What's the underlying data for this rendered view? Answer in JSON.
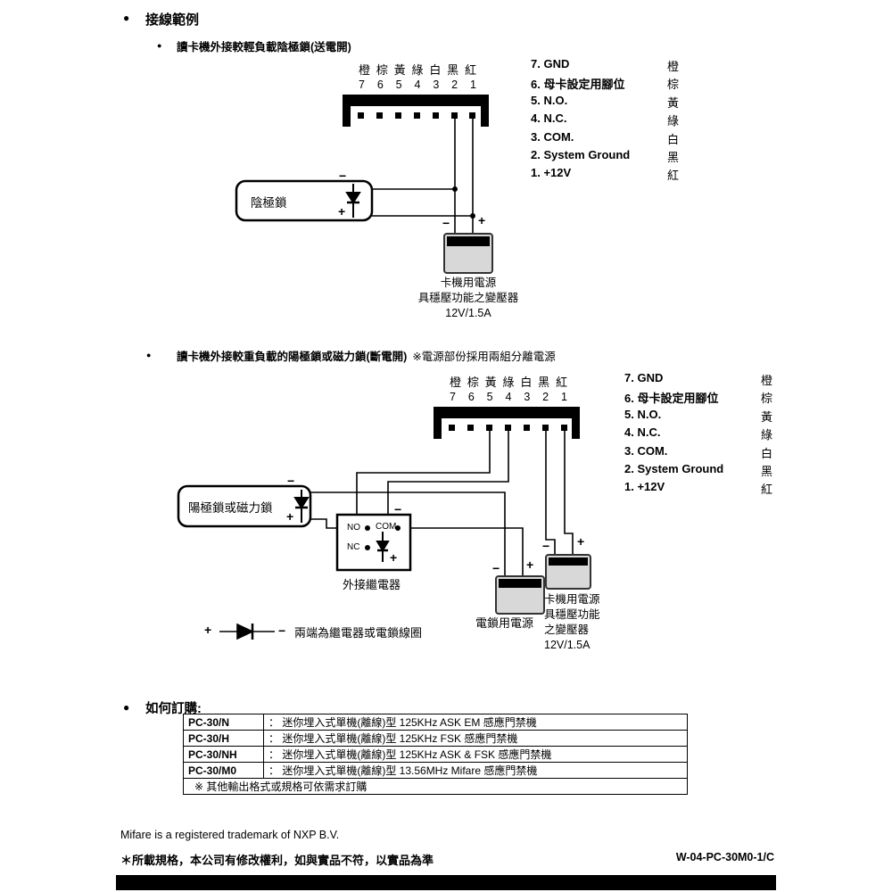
{
  "bullet": "●",
  "signs": {
    "plus": "+",
    "minus": "−"
  },
  "page": {
    "title": "接線範例",
    "footer_trademark": "Mifare is a registered trademark of NXP B.V.",
    "footer_note": "＊所載規格，本公司有修改權利，如與實品不符，以實品為準",
    "doc_code": "W-04-PC-30M0-1/C"
  },
  "pin_legend": {
    "colors_header": [
      "橙",
      "棕",
      "黃",
      "綠",
      "白",
      "黑",
      "紅"
    ],
    "numbers_header": [
      "7",
      "6",
      "5",
      "4",
      "3",
      "2",
      "1"
    ],
    "rows": [
      {
        "label": "7. GND",
        "color": "橙"
      },
      {
        "label": "6. 母卡設定用腳位",
        "color": "棕"
      },
      {
        "label": "5. N.O.",
        "color": "黃"
      },
      {
        "label": "4. N.C.",
        "color": "綠"
      },
      {
        "label": "3. COM.",
        "color": "白"
      },
      {
        "label": "2. System Ground",
        "color": "黑"
      },
      {
        "label": "1. +12V",
        "color": "紅"
      }
    ]
  },
  "diagram1": {
    "subtitle": "讀卡機外接較輕負載陰極鎖(送電開)",
    "lock_label": "陰極鎖",
    "psu_caption": [
      "卡機用電源",
      "具穩壓功能之變壓器",
      "12V/1.5A"
    ]
  },
  "diagram2": {
    "subtitle": "讀卡機外接較重負載的陽極鎖或磁力鎖(斷電開)",
    "subtitle_note": "※電源部份採用兩組分離電源",
    "lock_label": "陽極鎖或磁力鎖",
    "relay": {
      "no": "NO",
      "com": "COM",
      "nc": "NC",
      "caption": "外接繼電器"
    },
    "lock_psu_label": "電鎖用電源",
    "psu_caption": [
      "卡機用電源",
      "具穩壓功能",
      "之變壓器",
      "12V/1.5A"
    ],
    "coil_note": "兩端為繼電器或電鎖線圈"
  },
  "ordering": {
    "title": "如何訂購:",
    "rows": [
      {
        "model": "PC-30/N",
        "desc": "： 迷你埋入式單機(離線)型 125KHz ASK EM 感應門禁機"
      },
      {
        "model": "PC-30/H",
        "desc": "： 迷你埋入式單機(離線)型 125KHz FSK 感應門禁機"
      },
      {
        "model": "PC-30/NH",
        "desc": "： 迷你埋入式單機(離線)型 125KHz ASK & FSK 感應門禁機"
      },
      {
        "model": "PC-30/M0",
        "desc": "： 迷你埋入式單機(離線)型 13.56MHz Mifare 感應門禁機"
      }
    ],
    "note": "※ 其他輸出格式或規格可依需求訂購"
  }
}
